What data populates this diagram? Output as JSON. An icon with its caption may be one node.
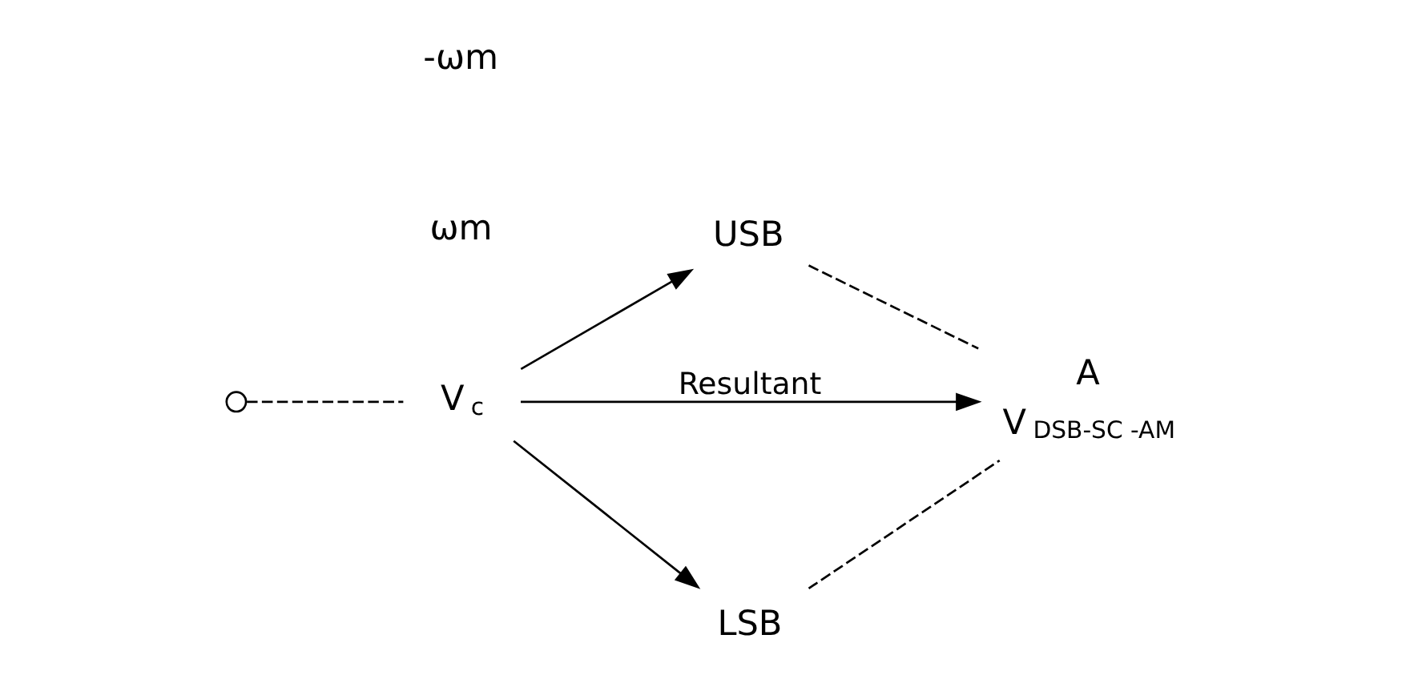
{
  "diagram": {
    "nodes": [
      {
        "text": [],
        "shape": "circle"
      },
      {
        "text": [
          "V$_{c}$"
        ]
      },
      {
        "text": [
          "USB"
        ]
      },
      {
        "text": [
          "A"
        ],
        "beside": [
          "V$_{DSB-SC -AM}$"
        ]
      },
      {
        "text": [
          "LSB"
        ]
      }
    ],
    "edges": [
      {
        "from": 0,
        "to": 1,
        "arrow": "none",
        "style": "dashed"
      },
      {
        "from": 1,
        "to": 2,
        "arrow": "to"
      },
      {
        "from": 1,
        "to": 3,
        "arrow": "to",
        "label": "Resultant"
      },
      {
        "from": 1,
        "to": 4,
        "arrow": "to"
      },
      {
        "from": 2,
        "to": 3,
        "arrow": "none",
        "style": "dashed"
      },
      {
        "from": 4,
        "to": 3,
        "arrow": "none",
        "style": "dashed"
      }
    ],
    "labels": [
      "ωm",
      "-ωm"
    ]
  }
}
